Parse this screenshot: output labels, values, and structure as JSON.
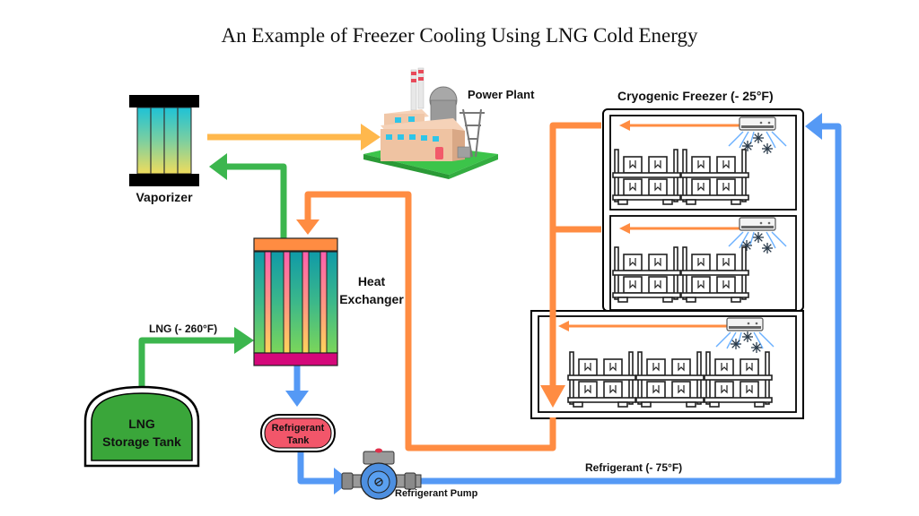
{
  "title": "An Example of Freezer Cooling Using LNG Cold Energy",
  "labels": {
    "vaporizer": "Vaporizer",
    "power_plant": "Power Plant",
    "freezer": "Cryogenic Freezer (- 25°F)",
    "heat_exchanger_line1": "Heat",
    "heat_exchanger_line2": "Exchanger",
    "lng_flow": "LNG (- 260°F)",
    "storage_tank_line1": "LNG",
    "storage_tank_line2": "Storage Tank",
    "refrigerant_tank_line1": "Refrigerant",
    "refrigerant_tank_line2": "Tank",
    "refrigerant_pump": "Refrigerant Pump",
    "refrigerant_flow": "Refrigerant (- 75°F)"
  },
  "colors": {
    "lng_green": "#3cb64e",
    "gas_yellow": "#ffb84d",
    "warm_orange": "#ff8c42",
    "cold_blue": "#5599f5",
    "tank_green": "#3aa63a",
    "tank_red": "#f2566a",
    "hx_magenta": "#d4087a"
  },
  "icons": {
    "power_plant": "factory-icon",
    "air_unit": "air-conditioner-icon",
    "snowflake": "snowflake-icon",
    "pump": "pump-icon"
  },
  "freezer_sections": 3
}
